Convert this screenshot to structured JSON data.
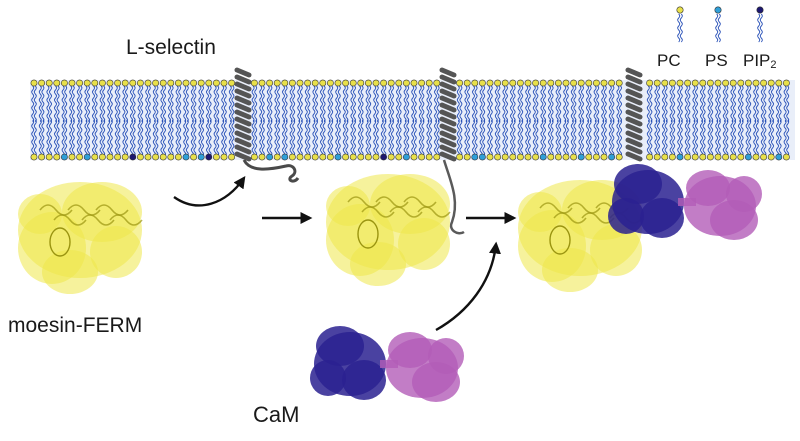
{
  "labels": {
    "lselectin": "L-selectin",
    "moesin": "moesin-FERM",
    "cam": "CaM"
  },
  "legend": {
    "items": [
      {
        "name": "PC",
        "color": "#e8e04a"
      },
      {
        "name": "PS",
        "color": "#2f9fd8"
      },
      {
        "name": "PIP",
        "subscript": "2",
        "color": "#1c1770"
      }
    ]
  },
  "colors": {
    "lipid_tail": "#2a52b8",
    "head_pc": "#e8e04a",
    "head_ps": "#2f9fd8",
    "head_pip2": "#1c1770",
    "ferm": "#efe84a",
    "ferm_dark": "#9a9410",
    "cam_n_lobe": "#2a2190",
    "cam_c_lobe": "#b35cb8",
    "helix": "#555555",
    "arrow": "#111111"
  }
}
